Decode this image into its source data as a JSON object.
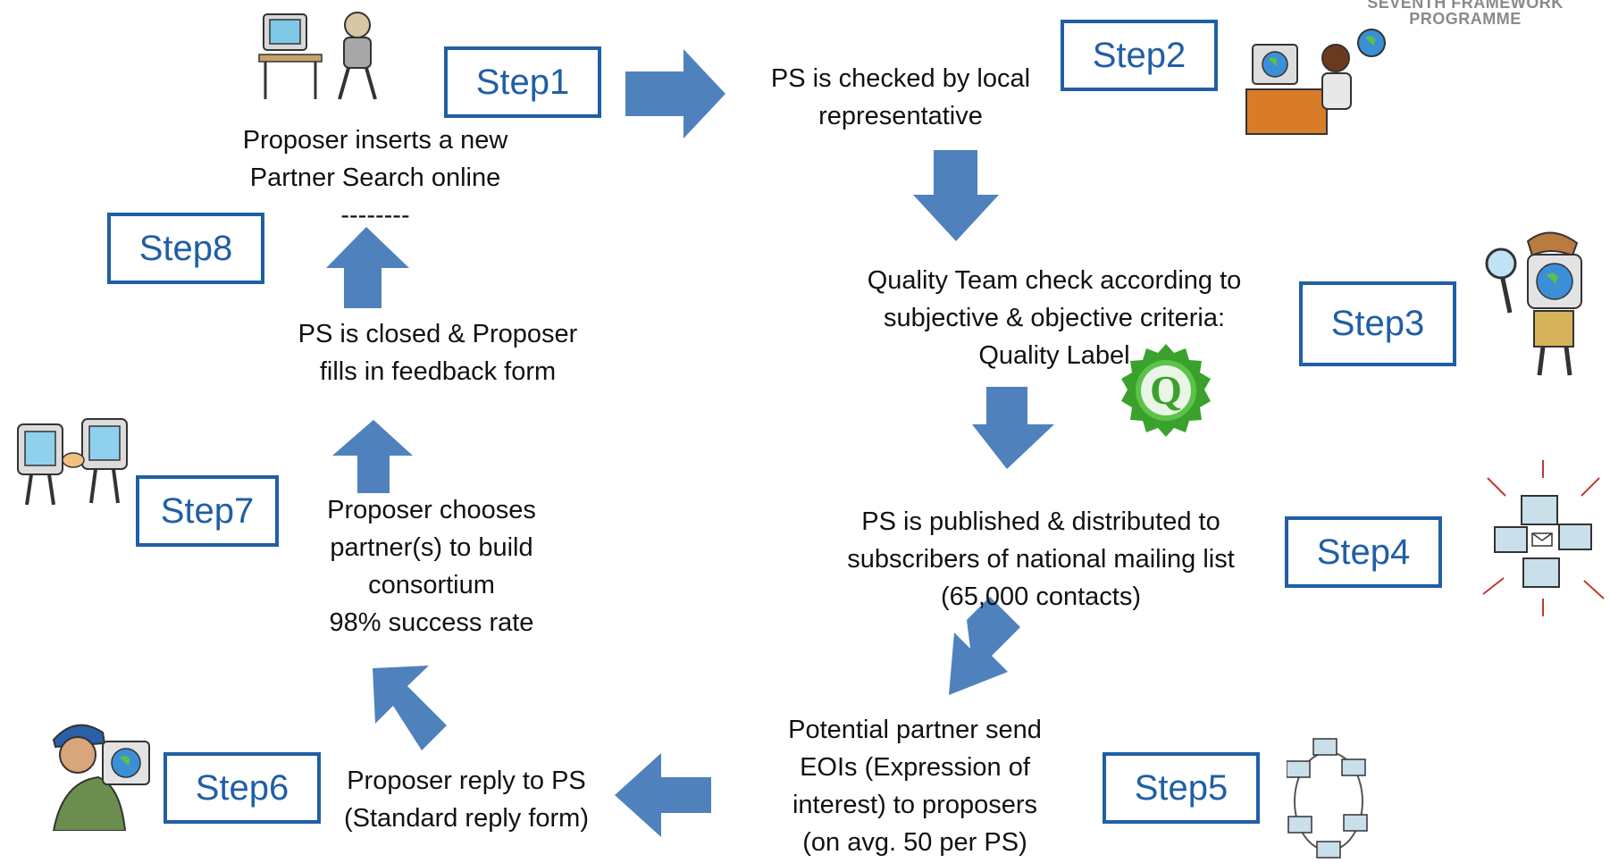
{
  "logo": {
    "line1": "SEVENTH FRAMEWORK",
    "line2": "PROGRAMME"
  },
  "steps": {
    "s1": "Step1",
    "s2": "Step2",
    "s3": "Step3",
    "s4": "Step4",
    "s5": "Step5",
    "s6": "Step6",
    "s7": "Step7",
    "s8": "Step8"
  },
  "texts": {
    "t1": "Proposer inserts a new\nPartner Search online\n--------",
    "t2": "PS is checked by local\nrepresentative",
    "t3": "Quality Team check according to\nsubjective & objective criteria:\nQuality Label",
    "t4": "PS is published & distributed to\nsubscribers of national  mailing list\n(65,000 contacts)",
    "t5": "Potential partner send\nEOIs (Expression of\ninterest) to  proposers\n(on avg. 50 per PS)",
    "t6": "Proposer reply to PS\n(Standard reply form)",
    "t7": "Proposer chooses\npartner(s) to build\nconsortium\n98% success rate",
    "t8": "PS is closed & Proposer\nfills in feedback form"
  },
  "quality_badge_letter": "Q",
  "colors": {
    "arrow": "#4f81bd",
    "step_border": "#1f5fa5",
    "step_text": "#1f5fa5",
    "badge": "#3aa12c"
  },
  "icons": [
    "computer-user-icon",
    "globe-computer-icon",
    "detective-computer-icon",
    "mail-network-icon",
    "network-computers-icon",
    "user-computer-icon",
    "handshake-computers-icon"
  ]
}
